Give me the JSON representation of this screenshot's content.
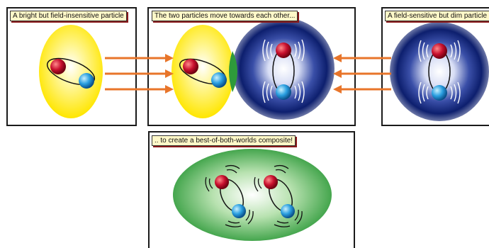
{
  "captions": {
    "panel1": "A bright but field-insensitive particle",
    "panel2": "The two particles move towards each other...",
    "panel3": "A field-sensitive but dim particle",
    "panel4": ".. to create a best-of-both-worlds composite!"
  },
  "colors": {
    "bright_yellow": "#ffe600",
    "dim_blue": "#0d1f6e",
    "composite_green": "#2e9a3a",
    "arrow_orange": "#e8752a",
    "atom_red": "#c8102e",
    "atom_blue": "#2a9fe0",
    "caption_bg": "#fff8c8"
  },
  "icons": [
    "red-atom-icon",
    "blue-atom-icon",
    "vibration-lines-icon",
    "arrow-right-icon",
    "arrow-left-icon"
  ]
}
